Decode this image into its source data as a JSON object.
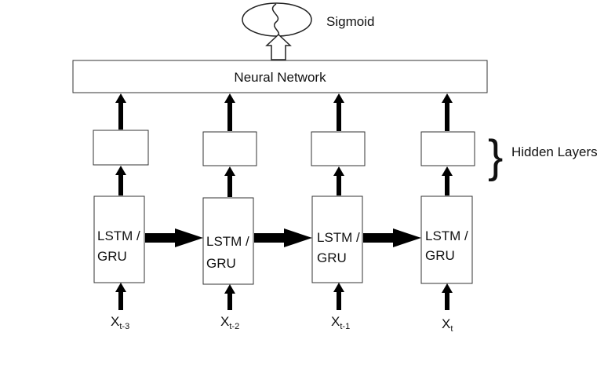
{
  "diagram": {
    "output": {
      "label": "Sigmoid"
    },
    "network": {
      "label": "Neural Network"
    },
    "hidden_layers_label": "Hidden Layers",
    "cells": [
      {
        "line1": "LSTM /",
        "line2": "GRU",
        "input_base": "X",
        "input_sub": "t-3"
      },
      {
        "line1": "LSTM /",
        "line2": "GRU",
        "input_base": "X",
        "input_sub": "t-2"
      },
      {
        "line1": "LSTM /",
        "line2": "GRU",
        "input_base": "X",
        "input_sub": "t-1"
      },
      {
        "line1": "LSTM /",
        "line2": "GRU",
        "input_base": "X",
        "input_sub": "t"
      }
    ]
  }
}
